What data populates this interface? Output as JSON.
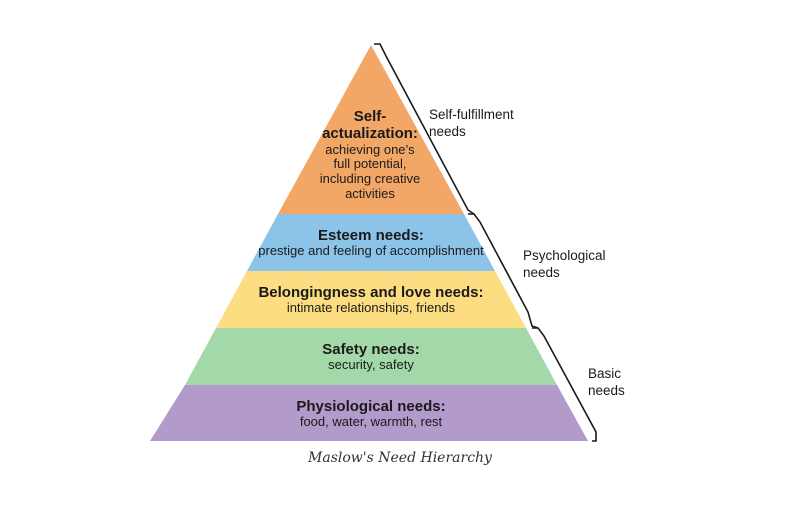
{
  "tiers": [
    {
      "title": "Self-actualization:",
      "title_lines": [
        "Self-",
        "actualization:"
      ],
      "desc_lines": [
        "achieving one’s",
        "full potential,",
        "including creative",
        "activities"
      ],
      "color": "#F2A766"
    },
    {
      "title": "Esteem needs:",
      "desc": "prestige and feeling of accomplishment",
      "color": "#8CC3E8"
    },
    {
      "title": "Belongingness and love needs:",
      "desc": "intimate relationships, friends",
      "color": "#FCDD82"
    },
    {
      "title": "Safety needs:",
      "desc": "security, safety",
      "color": "#A3D8A8"
    },
    {
      "title": "Physiological needs:",
      "desc": "food, water, warmth, rest",
      "color": "#B29ACB"
    }
  ],
  "groups": [
    {
      "label_lines": [
        "Self-fulfillment",
        "needs"
      ]
    },
    {
      "label_lines": [
        "Psychological",
        "needs"
      ]
    },
    {
      "label_lines": [
        "Basic",
        "needs"
      ]
    }
  ],
  "caption": "Maslow's Need Hierarchy"
}
